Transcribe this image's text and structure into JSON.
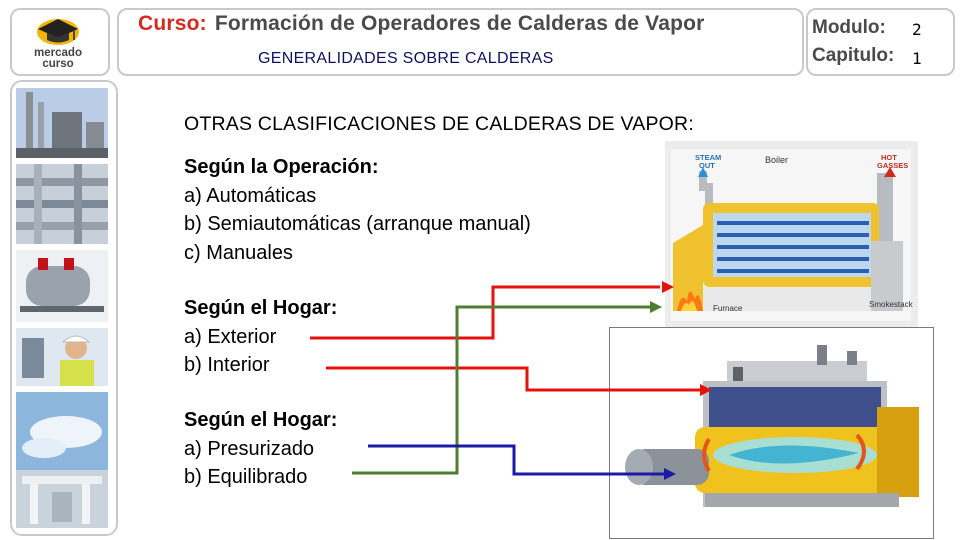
{
  "logo": {
    "line1": "mercado",
    "line2": "curso",
    "icon": "graduation-cap-icon"
  },
  "header": {
    "course_label": "Curso:",
    "course_title": "Formación de Operadores de Calderas de Vapor",
    "subtitle": "GENERALIDADES SOBRE CALDERAS",
    "module_label": "Modulo:",
    "module_value": "2",
    "chapter_label": "Capitulo:",
    "chapter_value": "1"
  },
  "main": {
    "heading": "OTRAS CLASIFICACIONES DE CALDERAS DE VAPOR:",
    "operation": {
      "title": "Según la Operación:",
      "items": [
        "a)  Automáticas",
        "b)  Semiautomáticas (arranque manual)",
        "c)  Manuales"
      ]
    },
    "hearth": {
      "title": "Según el Hogar:",
      "items": [
        "a)  Exterior",
        "b)  Interior"
      ]
    },
    "pressure": {
      "title": "Según el Hogar:",
      "items": [
        "a)  Presurizado",
        "b)  Equilibrado"
      ]
    }
  },
  "diagram": {
    "steam_out": [
      "STEAM",
      "OUT"
    ],
    "hot_gasses": [
      "HOT",
      "GASSES"
    ],
    "boiler_label": "Boiler",
    "furnace_label": "Furnace",
    "smokestack_label": "Smokestack"
  },
  "colors": {
    "red": "#e3120b",
    "green": "#4f7c32",
    "blue": "#1a1aa6",
    "title_red": "#d42a1f"
  }
}
